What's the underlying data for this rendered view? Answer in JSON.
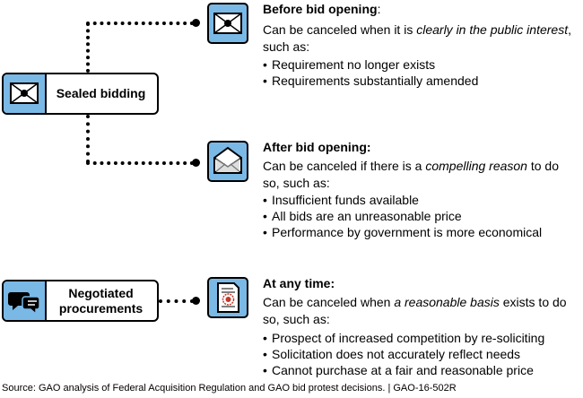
{
  "categories": {
    "sealed": "Sealed bidding",
    "negotiated": "Negotiated procurements"
  },
  "sections": [
    {
      "heading": "Before bid opening",
      "heading_suffix": ":",
      "desc_pre": "Can be canceled when it is ",
      "desc_em": "clearly in the public interest",
      "desc_post": ", such as:",
      "bullets": [
        "Requirement no longer exists",
        "Requirements substantially amended"
      ]
    },
    {
      "heading": "After bid opening:",
      "heading_suffix": "",
      "desc_pre": "Can be canceled if there is a ",
      "desc_em": "compelling reason",
      "desc_post": " to do so, such as:",
      "bullets": [
        "Insufficient funds available",
        "All bids are an unreasonable price",
        "Performance by government is more economical"
      ]
    },
    {
      "heading": "At any time:",
      "heading_suffix": "",
      "desc_pre": "Can be canceled when ",
      "desc_em": "a reasonable basis",
      "desc_post": " exists to do so, such as:",
      "bullets": [
        "Prospect of increased competition by re-soliciting",
        "Solicitation does not accurately reflect needs",
        "Cannot purchase at a fair and reasonable price"
      ]
    }
  ],
  "source": "Source: GAO analysis of Federal Acquisition Regulation and GAO bid protest decisions.  |  GAO-16-502R",
  "colors": {
    "icon_fill": "#7ab8e6",
    "line": "#000000"
  },
  "icons": [
    "sealed-envelope-icon",
    "open-envelope-icon",
    "document-seal-icon",
    "speech-bubbles-icon"
  ]
}
